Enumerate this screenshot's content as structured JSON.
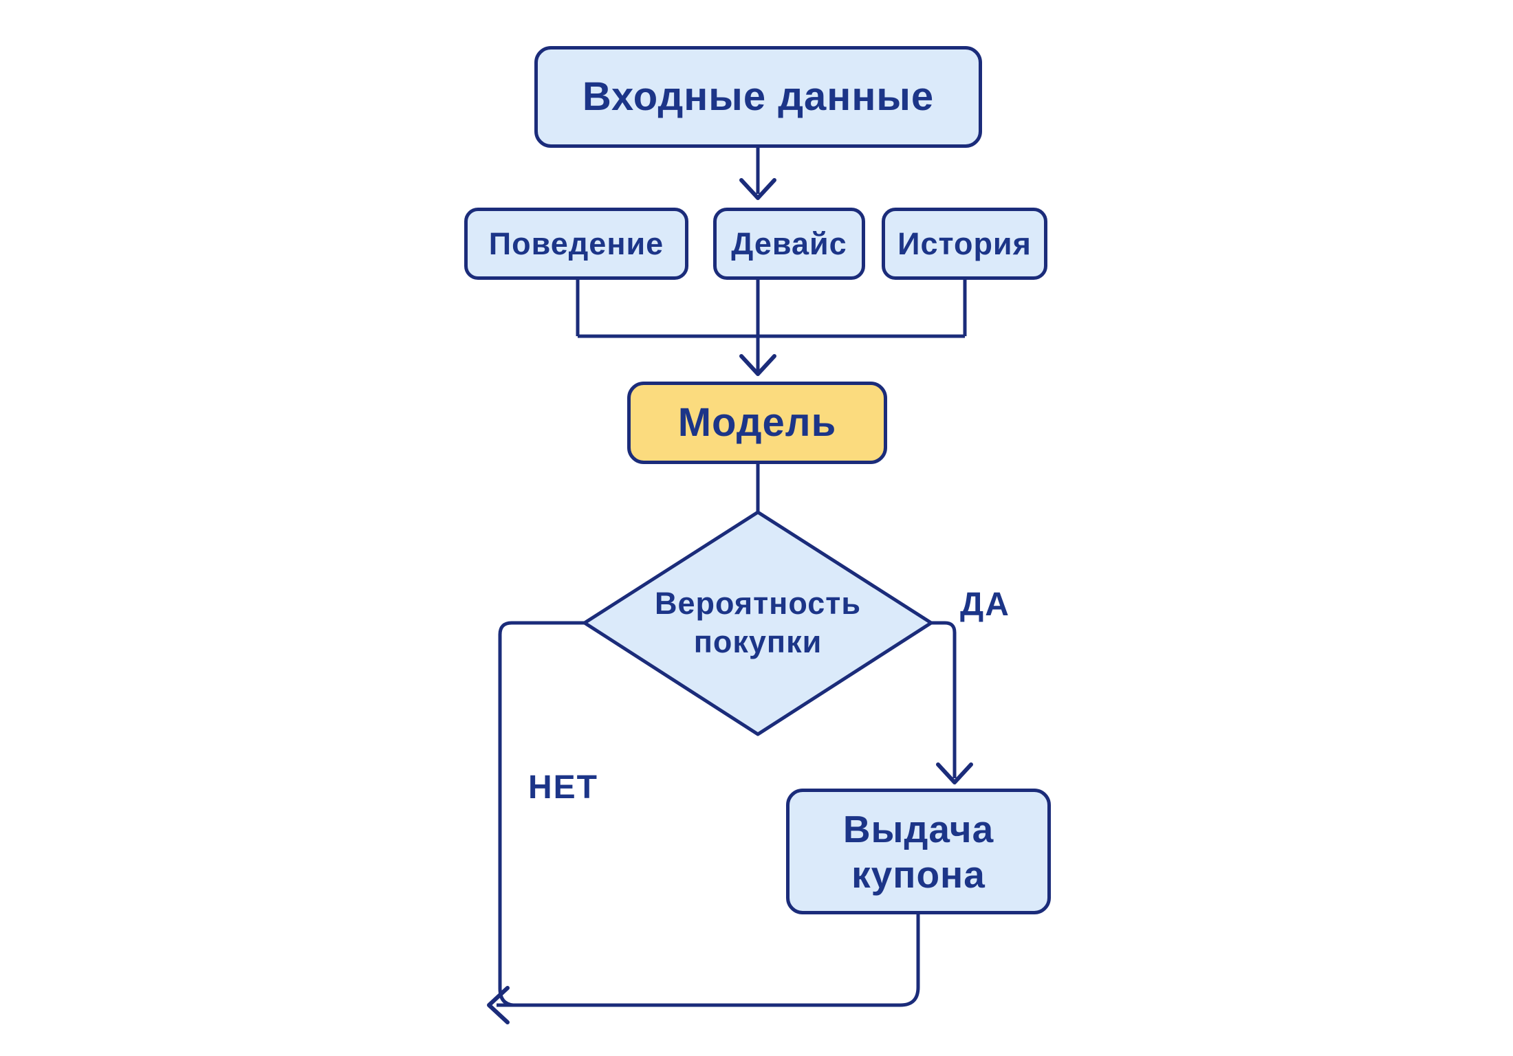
{
  "nodes": {
    "input": {
      "label": "Входные данные"
    },
    "behavior": {
      "label": "Поведение"
    },
    "device": {
      "label": "Девайс"
    },
    "history": {
      "label": "История"
    },
    "model": {
      "label": "Модель"
    },
    "decision": {
      "label": "Вероятность покупки"
    },
    "coupon": {
      "label": "Выдача купона"
    }
  },
  "edges": {
    "yes_label": "ДА",
    "no_label": "НЕТ"
  },
  "colors": {
    "background": "#FFFFFF",
    "node_fill_blue": "#DBEAFA",
    "node_fill_yellow": "#FBDB7E",
    "stroke_navy": "#1B2C7A",
    "text_navy": "#1C3588"
  }
}
